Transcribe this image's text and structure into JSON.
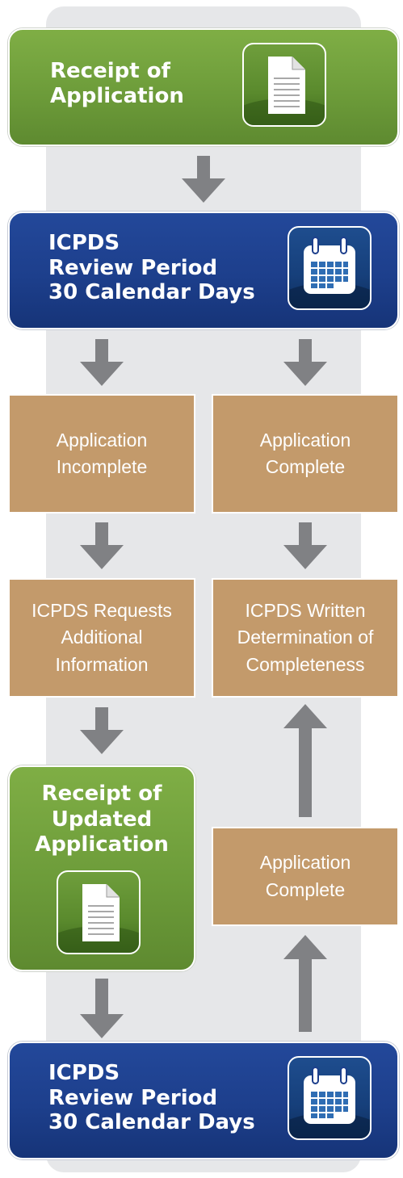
{
  "steps": {
    "receipt_of_application": {
      "lines": [
        "Receipt of",
        "Application"
      ],
      "icon": "document-icon"
    },
    "review_period_1": {
      "lines": [
        "ICPDS",
        "Review Period",
        "30 Calendar Days"
      ],
      "icon": "calendar-icon"
    },
    "application_incomplete": {
      "text": "Application\nIncomplete"
    },
    "application_complete_1": {
      "text": "Application\nComplete"
    },
    "requests_additional_info": {
      "text": "ICPDS Requests\nAdditional\nInformation"
    },
    "written_determination": {
      "text": "ICPDS Written\nDetermination of\nCompleteness"
    },
    "receipt_of_updated_application": {
      "lines": [
        "Receipt of",
        "Updated",
        "Application"
      ],
      "icon": "document-icon"
    },
    "application_complete_2": {
      "text": "Application\nComplete"
    },
    "review_period_2": {
      "lines": [
        "ICPDS",
        "Review Period",
        "30 Calendar Days"
      ],
      "icon": "calendar-icon"
    }
  },
  "colors": {
    "green": "#6d9c3a",
    "blue": "#1d3f8c",
    "tan": "#c39a6b",
    "arrow": "#808184",
    "track": "#e6e7e9"
  }
}
